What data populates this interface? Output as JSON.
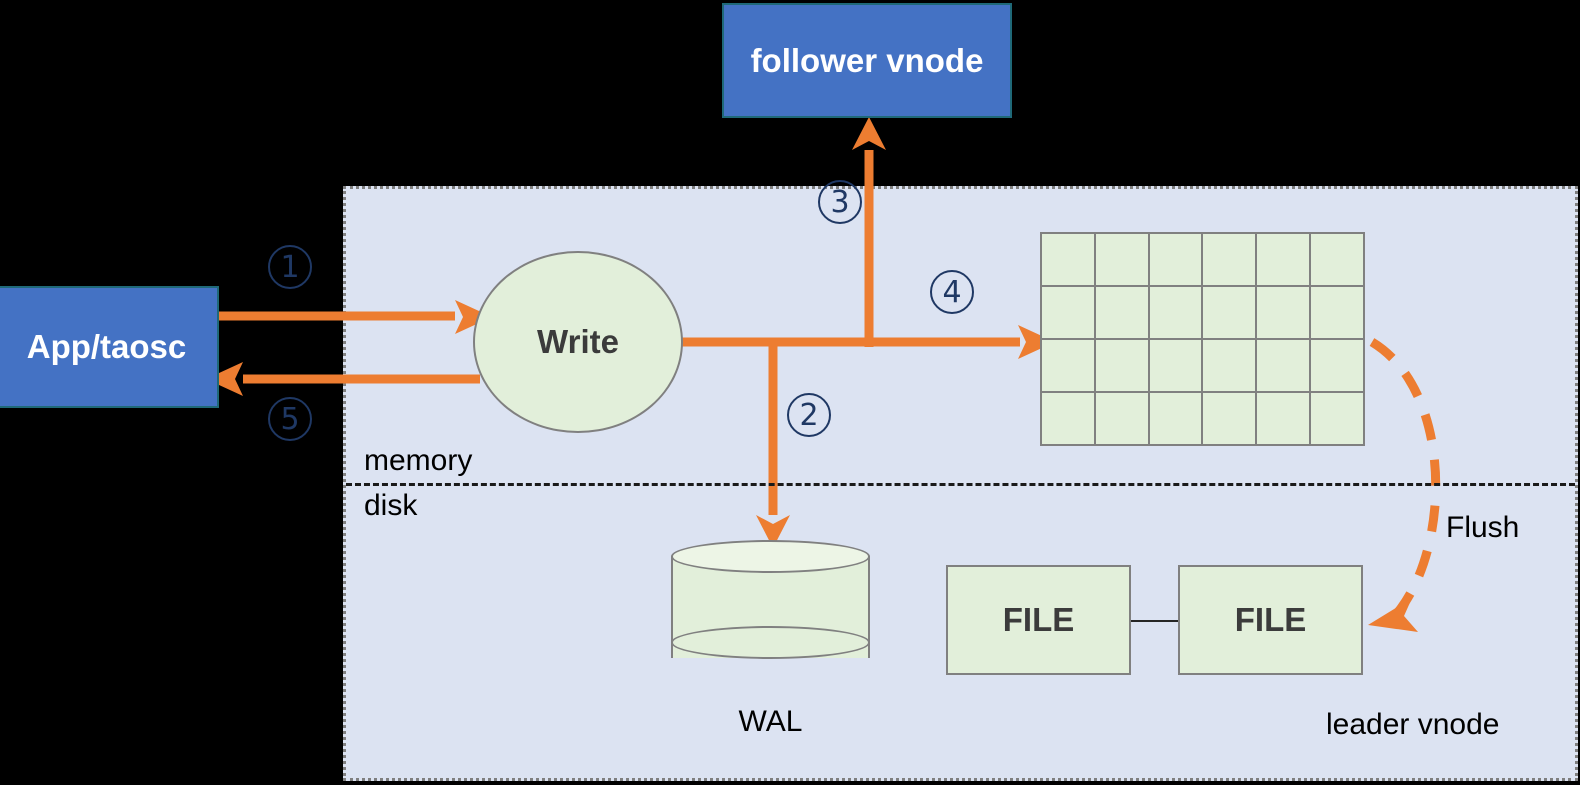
{
  "diagram": {
    "title_context": "TDengine leader vnode write path",
    "container_label": "leader vnode",
    "boxes": {
      "follower_vnode": "follower vnode",
      "app_taosc": "App/taosc",
      "write": "Write",
      "file_1": "FILE",
      "file_2": "FILE"
    },
    "labels": {
      "wal": "WAL",
      "memory": "memory",
      "disk": "disk",
      "flush": "Flush",
      "leader_vnode": "leader vnode"
    },
    "steps": [
      {
        "id": "1",
        "glyph": "①",
        "number": "1",
        "meaning": "App/taosc sends write request to Write"
      },
      {
        "id": "2",
        "glyph": "②",
        "number": "2",
        "meaning": "Write appends record to WAL on disk"
      },
      {
        "id": "3",
        "glyph": "③",
        "number": "3",
        "meaning": "Write replicates to follower vnode"
      },
      {
        "id": "4",
        "glyph": "④",
        "number": "4",
        "meaning": "Write inserts into in-memory table"
      },
      {
        "id": "5",
        "glyph": "⑤",
        "number": "5",
        "meaning": "Acknowledgement returned to App/taosc"
      }
    ],
    "memtable": {
      "columns": 6,
      "rows": 4,
      "cells": 24
    },
    "colors": {
      "background": "#000000",
      "container_fill": "#DCE3F2",
      "container_border": "#7F7F7F",
      "blue_box": "#4472C4",
      "blue_box_border": "#1F6978",
      "green_fill": "#E2EFDA",
      "green_border": "#808080",
      "arrow_orange": "#ED7D31",
      "step_navy": "#1F3864",
      "text_dark": "#3B3B3B"
    }
  }
}
